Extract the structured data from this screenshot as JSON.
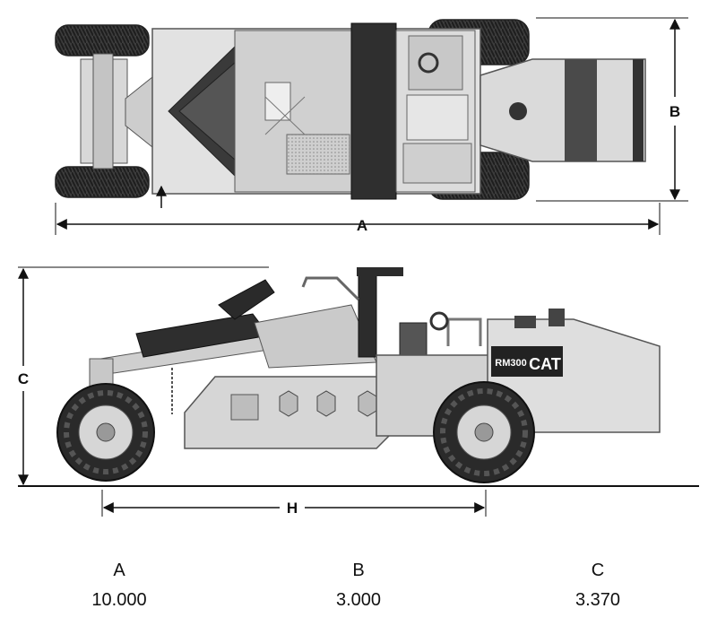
{
  "labels": {
    "a": "A",
    "b": "B",
    "c": "C",
    "h": "H"
  },
  "machine": {
    "model": "RM300",
    "brand": "CAT"
  },
  "dimensions": [
    {
      "key": "A",
      "value": "10.000"
    },
    {
      "key": "B",
      "value": "3.000"
    },
    {
      "key": "C",
      "value": "3.370"
    }
  ]
}
